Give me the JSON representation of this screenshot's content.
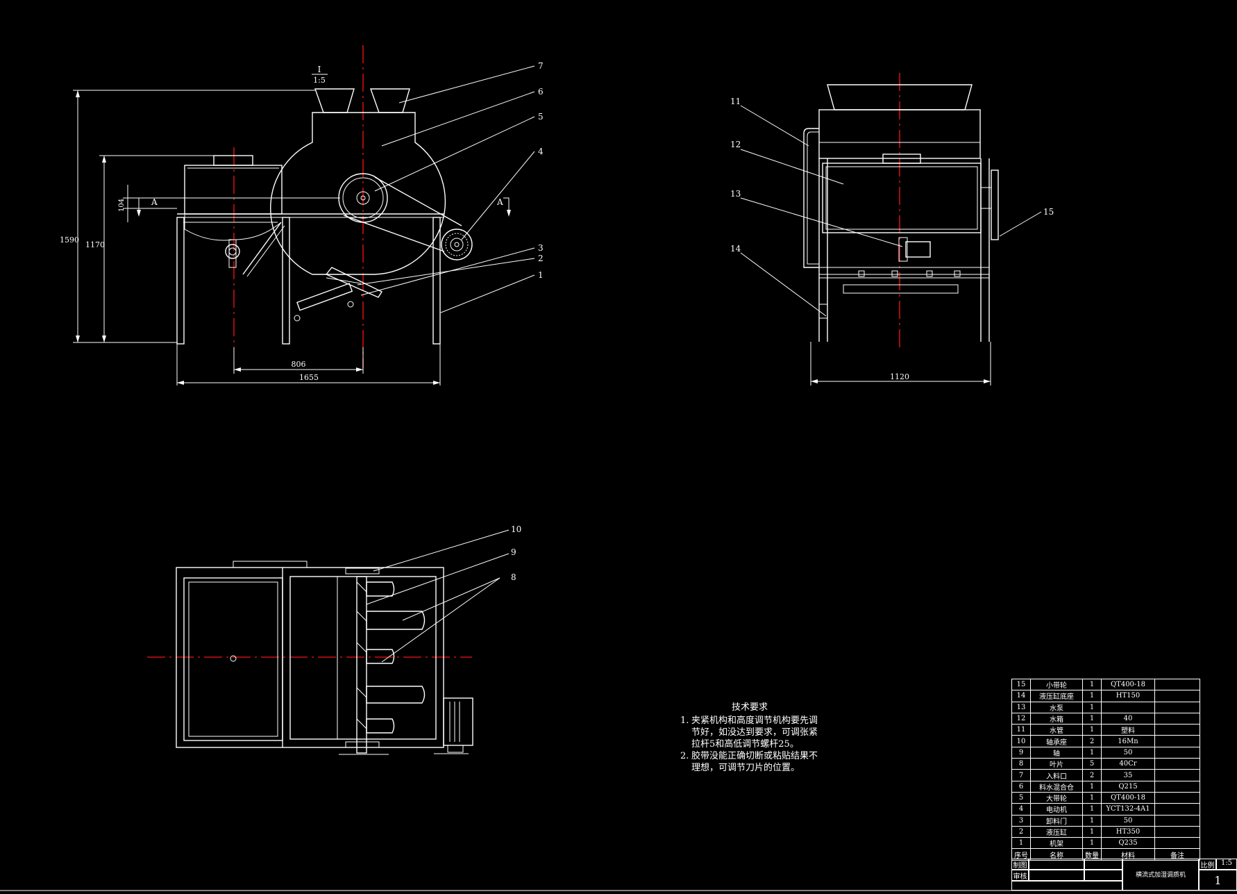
{
  "front_view": {
    "section_label": {
      "num": "I",
      "scale": "1:5"
    },
    "cut_label_left": "A",
    "cut_label_right": "A",
    "dimensions": {
      "height_total": "1590",
      "height_mid": "1170",
      "offset": "104",
      "axis_distance": "806",
      "width_total": "1655"
    },
    "callouts": [
      "7",
      "6",
      "5",
      "4",
      "3",
      "2",
      "1"
    ]
  },
  "side_view": {
    "callouts": [
      "11",
      "12",
      "13",
      "14",
      "15"
    ],
    "dimensions": {
      "width_total": "1120"
    }
  },
  "top_view": {
    "callouts": [
      "10",
      "9",
      "8"
    ]
  },
  "tech_requirements": {
    "title": "技术要求",
    "items": [
      {
        "num": "1.",
        "text": "夹紧机构和高度调节机构要先调节好，如没达到要求，可调张紧拉杆5和高低调节螺杆25。"
      },
      {
        "num": "2.",
        "text": "胶带没能正确切断或粘贴结果不理想，可调节刀片的位置。"
      }
    ]
  },
  "bom": {
    "rows": [
      {
        "no": "15",
        "name": "小带轮",
        "qty": "1",
        "material": "QT400-18",
        "note": ""
      },
      {
        "no": "14",
        "name": "液压缸底座",
        "qty": "1",
        "material": "HT150",
        "note": ""
      },
      {
        "no": "13",
        "name": "水泵",
        "qty": "1",
        "material": "",
        "note": ""
      },
      {
        "no": "12",
        "name": "水箱",
        "qty": "1",
        "material": "40",
        "note": ""
      },
      {
        "no": "11",
        "name": "水管",
        "qty": "1",
        "material": "塑料",
        "note": ""
      },
      {
        "no": "10",
        "name": "轴承座",
        "qty": "2",
        "material": "16Mn",
        "note": ""
      },
      {
        "no": "9",
        "name": "轴",
        "qty": "1",
        "material": "50",
        "note": ""
      },
      {
        "no": "8",
        "name": "叶片",
        "qty": "5",
        "material": "40Cr",
        "note": ""
      },
      {
        "no": "7",
        "name": "入料口",
        "qty": "2",
        "material": "35",
        "note": ""
      },
      {
        "no": "6",
        "name": "料水混合仓",
        "qty": "1",
        "material": "Q215",
        "note": ""
      },
      {
        "no": "5",
        "name": "大带轮",
        "qty": "1",
        "material": "QT400-18",
        "note": ""
      },
      {
        "no": "4",
        "name": "电动机",
        "qty": "1",
        "material": "YCT132-4A1",
        "note": ""
      },
      {
        "no": "3",
        "name": "卸料门",
        "qty": "1",
        "material": "50",
        "note": ""
      },
      {
        "no": "2",
        "name": "液压缸",
        "qty": "1",
        "material": "HT350",
        "note": ""
      },
      {
        "no": "1",
        "name": "机架",
        "qty": "1",
        "material": "Q235",
        "note": ""
      }
    ],
    "header": {
      "no": "序号",
      "name": "名称",
      "qty": "数量",
      "material": "材料",
      "note": "备注"
    }
  },
  "title_block": {
    "drawn": "制图",
    "checked": "审核",
    "title": "横流式加湿调质机",
    "scale_label": "比例",
    "scale_value": "1:5",
    "sheet": "1"
  }
}
